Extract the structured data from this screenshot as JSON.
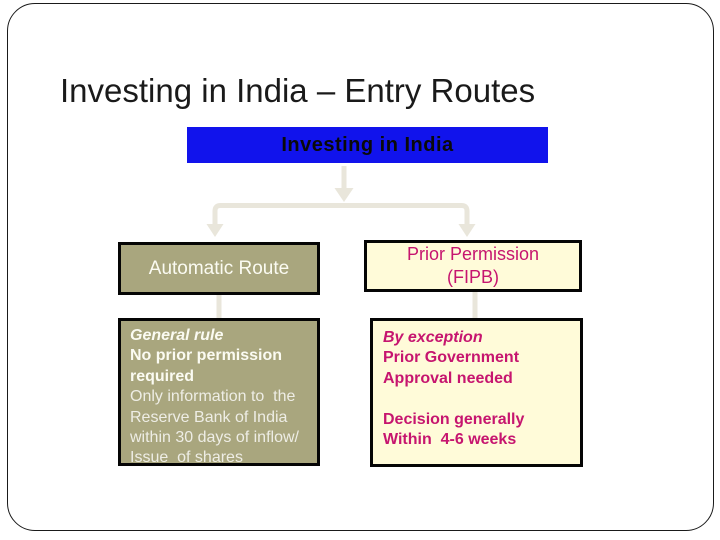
{
  "slide": {
    "title": "Investing in India – Entry Routes"
  },
  "diagram": {
    "root_label": "Investing in India",
    "left_header": "Automatic Route",
    "right_header_lines": [
      "Prior Permission",
      "(FIPB)"
    ],
    "left_detail": {
      "heading": "General rule",
      "rule_lines": [
        "No prior permission",
        "required"
      ],
      "info_lines": [
        "Only information to  the",
        "Reserve Bank of India",
        "within 30 days of inflow/",
        "Issue  of shares"
      ]
    },
    "right_detail": {
      "heading": "By exception",
      "rule_lines": [
        "Prior Government",
        "Approval needed"
      ],
      "timing_lines": [
        "Decision generally",
        "Within  4-6 weeks"
      ]
    }
  },
  "colors": {
    "root-fill": "#1113EC",
    "root-text": "#0a0a0a",
    "olive": "#A9A67E",
    "cream": "#FFFBD9",
    "magenta": "#C6156F",
    "arrow": "#E9E6DB",
    "ink": "#1a1a1a",
    "box-border": "#050505",
    "box-white": "#FBFBF2",
    "info-white": "rgba(255,255,255,0.80)"
  }
}
